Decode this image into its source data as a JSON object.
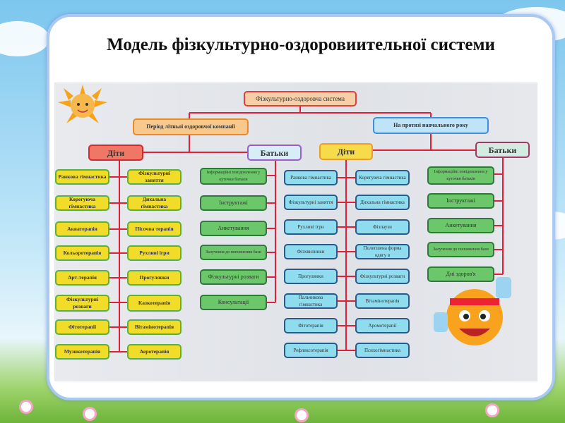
{
  "title": "Модель фізкультурно-оздоровиительної системи",
  "diagram": {
    "root": "Фізкультурно-оздоровча система",
    "summer": {
      "label": "Період літньої оздоровчої компанії",
      "children": {
        "label": "Діти",
        "col1": [
          "Ранкова гімнастика",
          "Корегуюча гімнастика",
          "Акватерапія",
          "Кольоротерапія",
          "Арт-терапія",
          "Фізкультурні розваги",
          "Фітотерапії",
          "Музикотерапія"
        ],
        "col2": [
          "Фізкультурні заняття",
          "Дихальна гімнастика",
          "Пісочна терапія",
          "Рухливі ігри",
          "Прогулянки",
          "Казкотерапія",
          "Вітамінотерапія",
          "Аеротерапія"
        ]
      },
      "parents": {
        "label": "Батьки",
        "items": [
          "Інформаційні повідомлення у куточки батьків",
          "Інструктажі",
          "Анкетування",
          "Залучення до поповнення бази",
          "Фізкультурні розваги",
          "Консультації"
        ]
      }
    },
    "school": {
      "label": "На протязі навчального року",
      "children": {
        "label": "Діти",
        "col1": [
          "Ранкова гімнастика",
          "Фізкультурні заняття",
          "Рухливі ігри",
          "Фізхвилинки",
          "Прогулянки",
          "Пальчикова гімнастика",
          "Фітотерапія",
          "Рефлексотерапія"
        ],
        "col2": [
          "Корегуюча гімнастика",
          "Дихальна гімнастика",
          "Фізпаузи",
          "Полегшена форма одягу в",
          "Фізкультурні розваги",
          "Вітамінотерапія",
          "Аромотерапії",
          "Психогімнастика"
        ]
      },
      "parents": {
        "label": "Батьки",
        "items": [
          "Інформаційні повідомлення у куточки батьків",
          "Інструктажі",
          "Анкетування",
          "Залучення до поповнення бази",
          "Дні здоров'я"
        ]
      }
    }
  },
  "colors": {
    "line": "#e0203a",
    "yellow": "#f2dc2a",
    "blue": "#8fdcef",
    "green": "#6cc66a",
    "frame": "#a9c8f2"
  }
}
